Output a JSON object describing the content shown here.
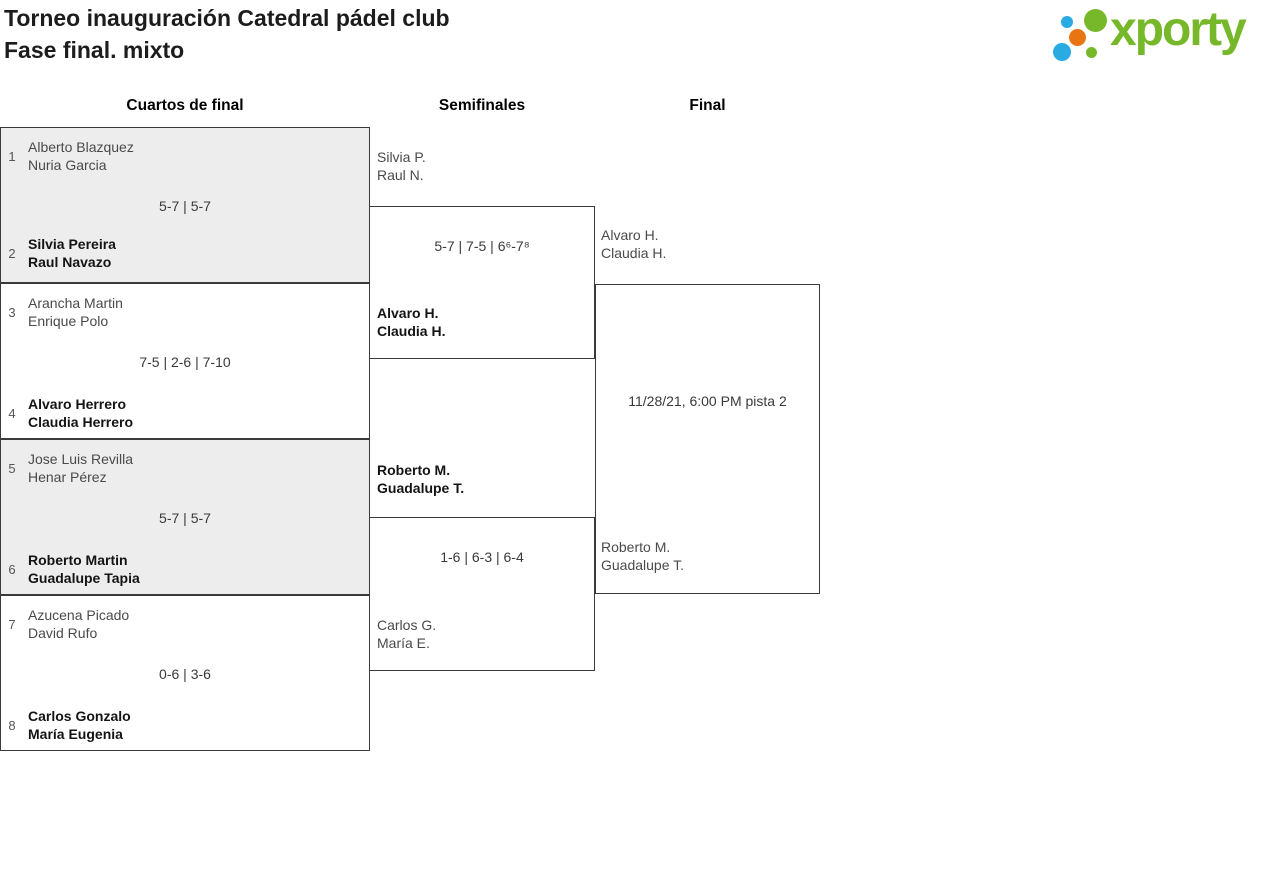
{
  "header": {
    "title_line1": "Torneo inauguración Catedral pádel club",
    "title_line2": "Fase final. mixto",
    "logo_text": "xporty"
  },
  "rounds": {
    "quarterfinals": "Cuartos de final",
    "semifinals": "Semifinales",
    "final": "Final"
  },
  "bracket": {
    "quarterfinals": [
      {
        "seed_top": "1",
        "top": [
          "Alberto Blazquez",
          "Nuria Garcia"
        ],
        "score": "5-7 | 5-7",
        "seed_bottom": "2",
        "bottom": [
          "Silvia Pereira",
          "Raul Navazo"
        ],
        "winner": "bottom"
      },
      {
        "seed_top": "3",
        "top": [
          "Arancha Martin",
          "Enrique Polo"
        ],
        "score": "7-5 | 2-6 | 7-10",
        "seed_bottom": "4",
        "bottom": [
          "Alvaro Herrero",
          "Claudia Herrero"
        ],
        "winner": "bottom"
      },
      {
        "seed_top": "5",
        "top": [
          "Jose Luis Revilla",
          "Henar Pérez"
        ],
        "score": "5-7 | 5-7",
        "seed_bottom": "6",
        "bottom": [
          "Roberto Martin",
          "Guadalupe Tapia"
        ],
        "winner": "bottom"
      },
      {
        "seed_top": "7",
        "top": [
          "Azucena Picado",
          "David Rufo"
        ],
        "score": "0-6 | 3-6",
        "seed_bottom": "8",
        "bottom": [
          "Carlos Gonzalo",
          "María Eugenia"
        ],
        "winner": "bottom"
      }
    ],
    "semifinals": [
      {
        "top": [
          "Silvia P.",
          "Raul N."
        ],
        "score": "5-7 | 7-5 | 6⁶-7⁸",
        "bottom": [
          "Alvaro H.",
          "Claudia H."
        ],
        "winner": "bottom"
      },
      {
        "top": [
          "Roberto M.",
          "Guadalupe T."
        ],
        "score": "1-6 | 6-3 | 6-4",
        "bottom": [
          "Carlos G.",
          "María E."
        ],
        "winner": "top"
      }
    ],
    "final": {
      "top": [
        "Alvaro H.",
        "Claudia H."
      ],
      "schedule": "11/28/21, 6:00 PM pista 2",
      "bottom": [
        "Roberto M.",
        "Guadalupe T."
      ]
    }
  },
  "colors": {
    "brand_green": "#76b82a",
    "brand_blue": "#29abe2",
    "brand_orange": "#e87511",
    "box_shade": "#ededed",
    "line": "#3a3a3a"
  }
}
